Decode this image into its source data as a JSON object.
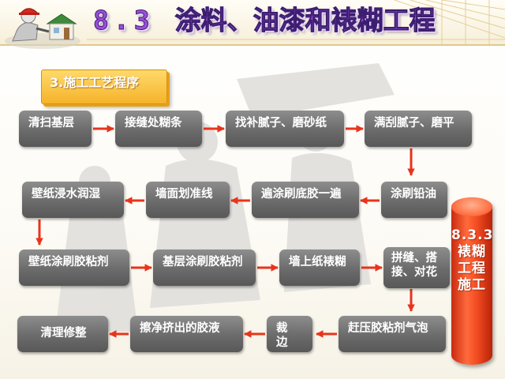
{
  "header": {
    "section_number": "8.3",
    "title": "涂料、油漆和裱糊工程"
  },
  "label": "3.施工工艺程序",
  "sidebar_label": "8.3.3裱糊工程施工",
  "steps": [
    "清扫基层",
    "接缝处糊条",
    "找补腻子、磨砂纸",
    "满刮腻子、磨平",
    "涂刷铅油",
    "遍涂刷底胶一遍",
    "墙面划准线",
    "壁纸浸水润湿",
    "壁纸涂刷胶粘剂",
    "基层涂刷胶粘剂",
    "墙上纸裱糊",
    "拼缝、搭接、对花",
    "赶压胶粘剂气泡",
    "裁边",
    "擦净挤出的胶液",
    "清理修整"
  ],
  "colors": {
    "node": "#6b6b6b",
    "arrow": "#e8341c",
    "label": "#f5b32a",
    "title": "#9b4fd8"
  }
}
